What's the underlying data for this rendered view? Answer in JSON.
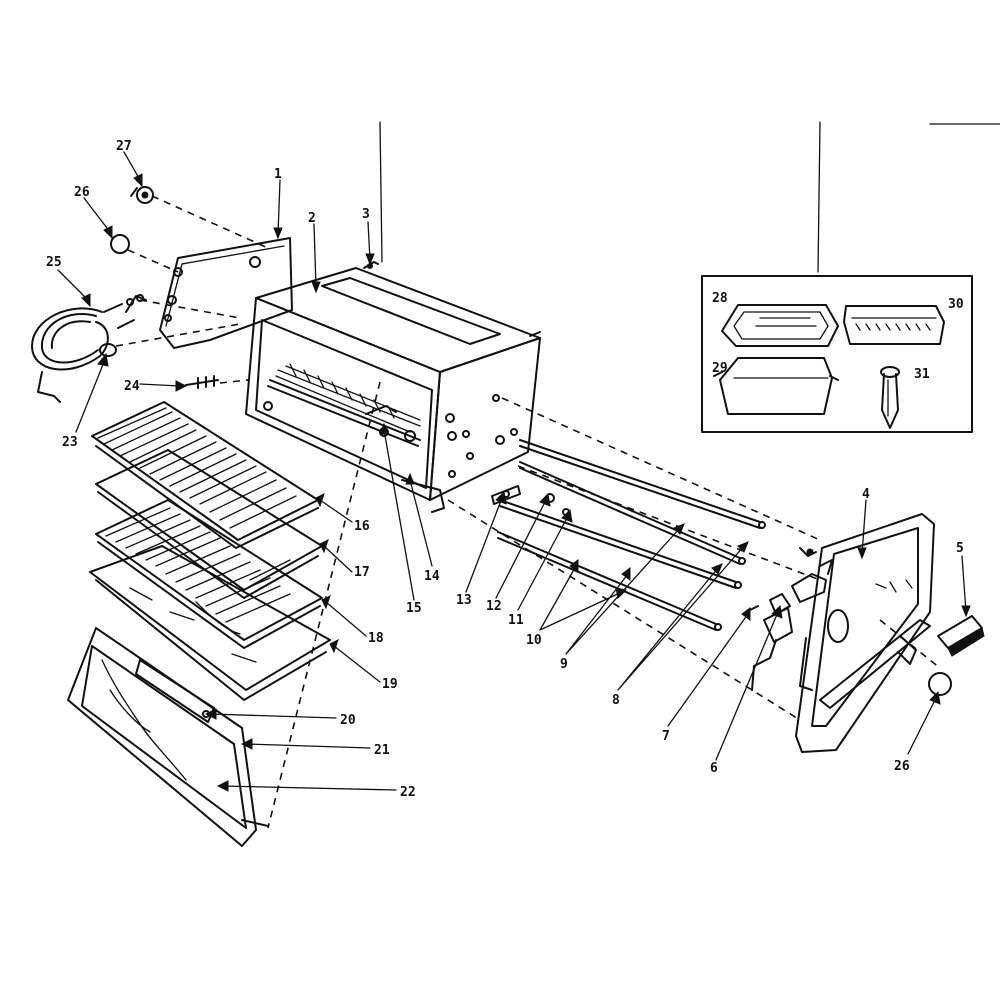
{
  "callouts": [
    {
      "id": "1",
      "label": "1"
    },
    {
      "id": "2",
      "label": "2"
    },
    {
      "id": "3",
      "label": "3"
    },
    {
      "id": "4",
      "label": "4"
    },
    {
      "id": "5",
      "label": "5"
    },
    {
      "id": "6",
      "label": "6"
    },
    {
      "id": "7",
      "label": "7"
    },
    {
      "id": "8",
      "label": "8"
    },
    {
      "id": "9",
      "label": "9"
    },
    {
      "id": "10",
      "label": "10"
    },
    {
      "id": "11",
      "label": "11"
    },
    {
      "id": "12",
      "label": "12"
    },
    {
      "id": "13",
      "label": "13"
    },
    {
      "id": "14",
      "label": "14"
    },
    {
      "id": "15",
      "label": "15"
    },
    {
      "id": "16",
      "label": "16"
    },
    {
      "id": "17",
      "label": "17"
    },
    {
      "id": "18",
      "label": "18"
    },
    {
      "id": "19",
      "label": "19"
    },
    {
      "id": "20",
      "label": "20"
    },
    {
      "id": "21",
      "label": "21"
    },
    {
      "id": "22",
      "label": "22"
    },
    {
      "id": "23",
      "label": "23"
    },
    {
      "id": "24",
      "label": "24"
    },
    {
      "id": "25",
      "label": "25"
    },
    {
      "id": "26a",
      "label": "26"
    },
    {
      "id": "26b",
      "label": "26"
    },
    {
      "id": "27",
      "label": "27"
    },
    {
      "id": "28",
      "label": "28"
    },
    {
      "id": "29",
      "label": "29"
    },
    {
      "id": "30",
      "label": "30"
    },
    {
      "id": "31",
      "label": "31"
    }
  ],
  "colors": {
    "ink": "#111111",
    "paper": "#ffffff"
  }
}
